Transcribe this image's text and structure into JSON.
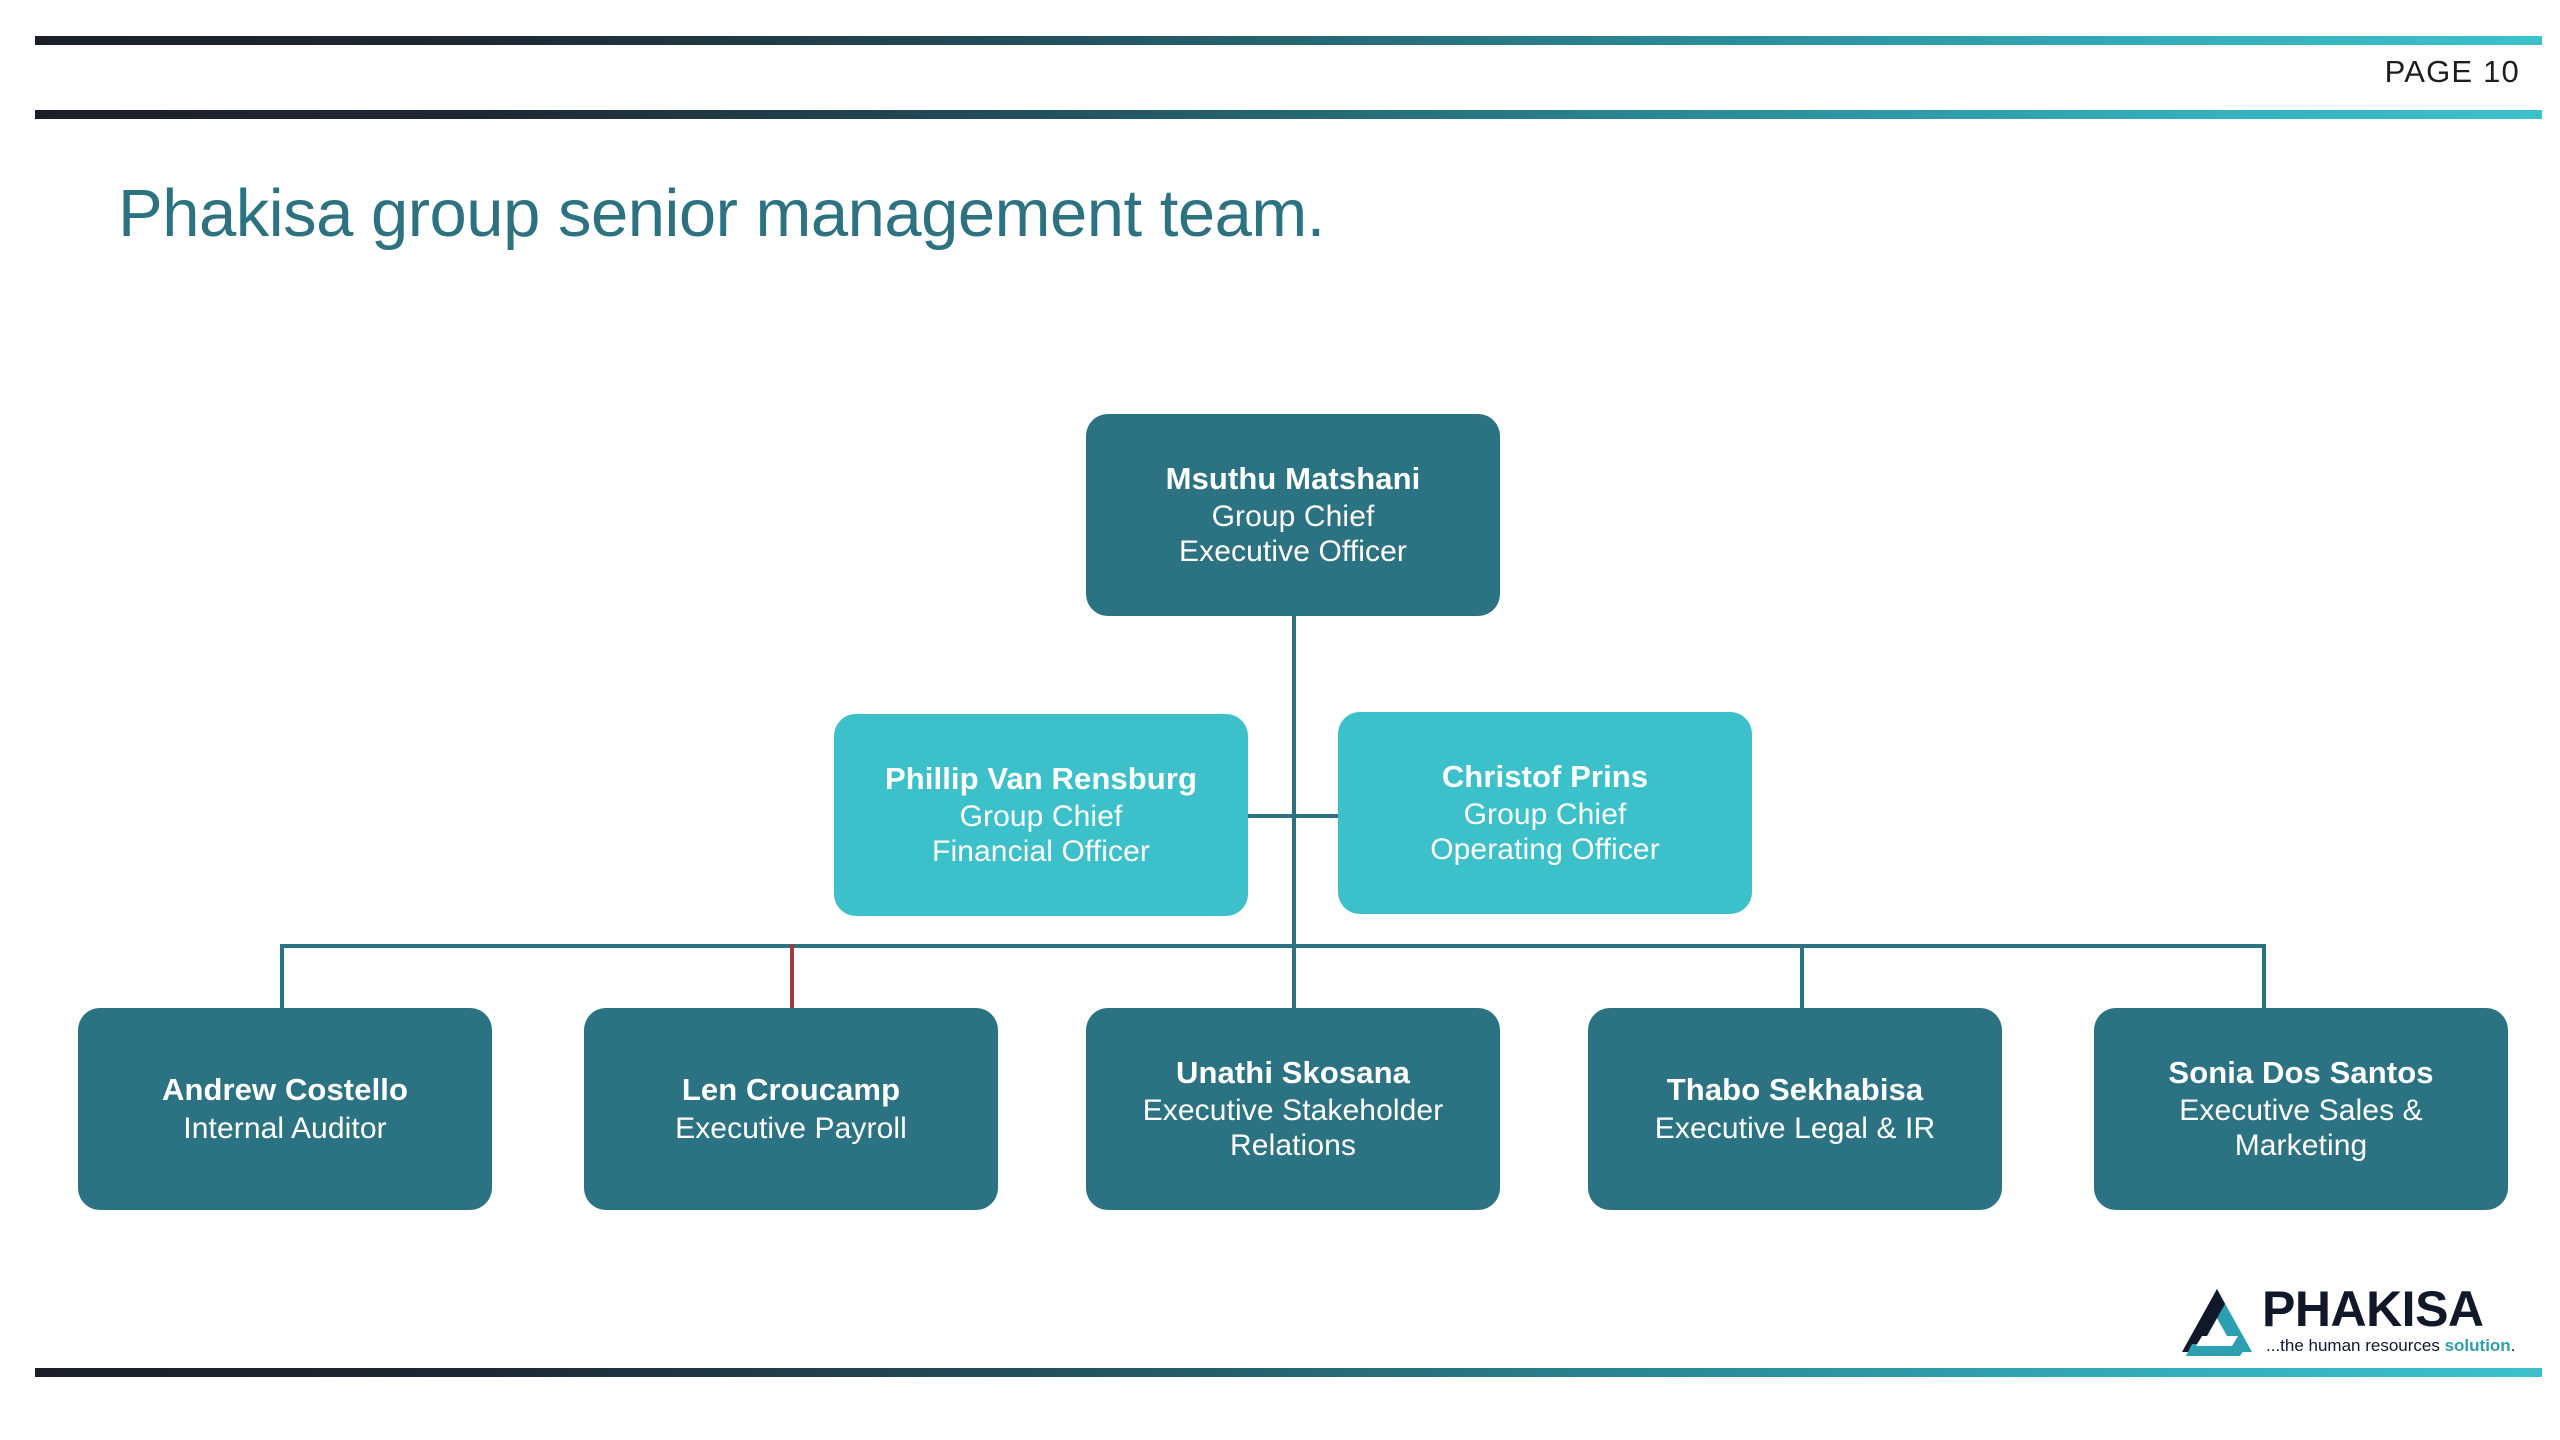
{
  "slide": {
    "page_label": "PAGE 10",
    "title": "Phakisa group senior management team."
  },
  "colors": {
    "dark_teal": "#2b7383",
    "light_cyan": "#3cc1cb",
    "title_teal": "#2d7280",
    "connector_teal": "#2d7280",
    "connector_accent": "#9e3b40",
    "logo_navy": "#10182a",
    "logo_teal": "#2e9fb0",
    "page_text": "#1d1d1f",
    "background": "#ffffff"
  },
  "chart_data": {
    "type": "diagram",
    "title": "Phakisa group senior management team.",
    "levels": [
      {
        "level": 1,
        "nodes": [
          {
            "name": "Msuthu Matshani",
            "title_lines": [
              "Group Chief",
              "Executive Officer"
            ],
            "style": "dark"
          }
        ]
      },
      {
        "level": 2,
        "nodes": [
          {
            "name": "Phillip Van Rensburg",
            "title_lines": [
              "Group Chief",
              "Financial Officer"
            ],
            "style": "light"
          },
          {
            "name": "Christof Prins",
            "title_lines": [
              "Group Chief",
              "Operating Officer"
            ],
            "style": "light"
          }
        ]
      },
      {
        "level": 3,
        "nodes": [
          {
            "name": "Andrew Costello",
            "title_lines": [
              "Internal Auditor"
            ],
            "style": "dark"
          },
          {
            "name": "Len Croucamp",
            "title_lines": [
              "Executive Payroll"
            ],
            "style": "dark"
          },
          {
            "name": "Unathi Skosana",
            "title_lines": [
              "Executive Stakeholder",
              "Relations"
            ],
            "style": "dark"
          },
          {
            "name": "Thabo Sekhabisa",
            "title_lines": [
              "Executive Legal & IR"
            ],
            "style": "dark"
          },
          {
            "name": "Sonia Dos Santos",
            "title_lines": [
              "Executive Sales &",
              "Marketing"
            ],
            "style": "dark"
          }
        ]
      }
    ]
  },
  "logo": {
    "wordmark": "PHAKISA",
    "tagline_prefix": "...the human resources ",
    "tagline_accent": "solution",
    "tagline_suffix": "."
  }
}
